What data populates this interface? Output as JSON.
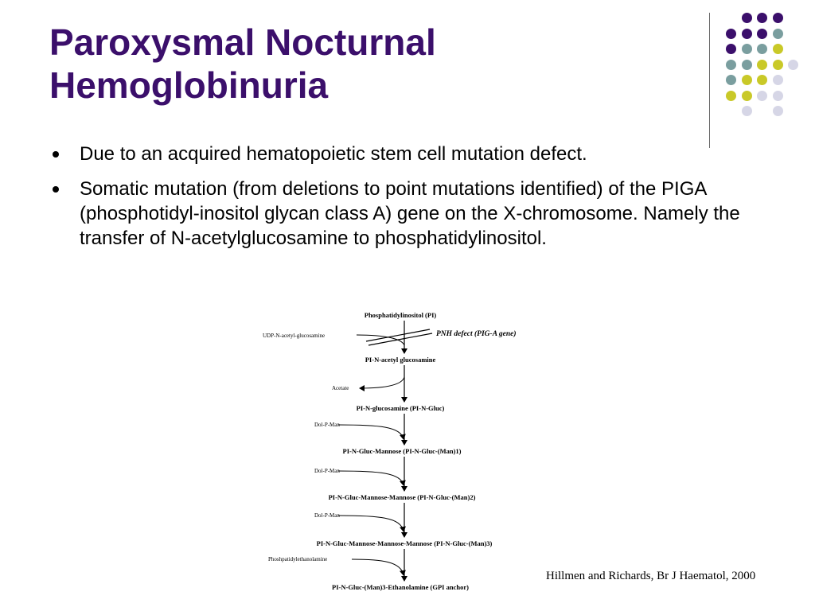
{
  "slide": {
    "title_lines": [
      "Paroxysmal Nocturnal",
      "Hemoglobinuria"
    ],
    "bullets": [
      "Due to an acquired hematopoietic stem cell mutation defect.",
      "Somatic mutation (from deletions to point mutations identified) of the PIGA (phosphotidyl-inositol glycan class A) gene on the X-chromosome.  Namely the transfer of N-acetylglucosamine to phosphatidylinositol."
    ],
    "citation": "Hillmen and Richards, Br J Haematol, 2000"
  },
  "decoration": {
    "dot_colors": {
      "purple": "#3b0f6b",
      "teal": "#7a9e9f",
      "yellow": "#c9c928",
      "lavender": "#d6d6e6"
    }
  },
  "pathway": {
    "steps": [
      "Phosphatidylinositol (PI)",
      "PI-N-acetyl glucosamine",
      "PI-N-glucosamine (PI-N-Gluc)",
      "PI-N-Gluc-Mannose (PI-N-Gluc-(Man)1)",
      "PI-N-Gluc-Mannose-Mannose (PI-N-Gluc-(Man)2)",
      "PI-N-Gluc-Mannose-Mannose-Mannose (PI-N-Gluc-(Man)3)",
      "PI-N-Gluc-(Man)3-Ethanolamine (GPI anchor)"
    ],
    "side_labels": [
      "UDP-N-acetyl-glucosamine",
      "Acetate",
      "Dol-P-Man",
      "Dol-P-Man",
      "Dol-P-Man",
      "Phoshpatidylethanolamine"
    ],
    "defect_label": "PNH defect (PIG-A gene)"
  }
}
